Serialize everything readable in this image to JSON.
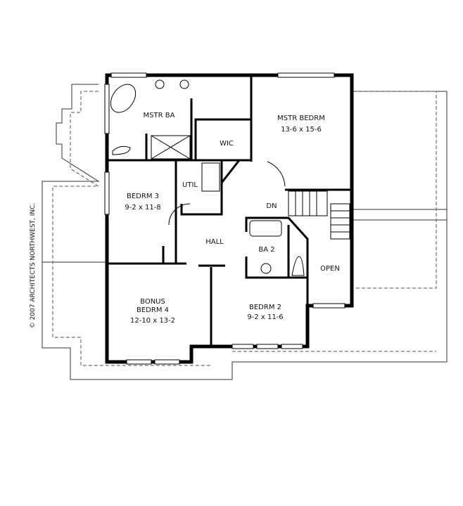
{
  "plan": {
    "rooms": {
      "mstr_ba": {
        "name": "MSTR BA"
      },
      "mstr_bedrm": {
        "name": "MSTR BEDRM",
        "size": "13-6 x 15-6"
      },
      "wic": {
        "name": "WIC"
      },
      "util": {
        "name": "UTIL"
      },
      "bedrm3": {
        "name": "BEDRM 3",
        "size": "9-2 x 11-8"
      },
      "hall": {
        "name": "HALL"
      },
      "ba2": {
        "name": "BA 2"
      },
      "open": {
        "name": "OPEN"
      },
      "bonus": {
        "name1": "BONUS",
        "name2": "BEDRM 4",
        "size": "12-10 x 13-2"
      },
      "bedrm2": {
        "name": "BEDRM 2",
        "size": "9-2 x 11-6"
      }
    },
    "stairs": {
      "label": "DN"
    },
    "copyright": "© 2007 ARCHITECTS NORTHWEST, INC."
  }
}
